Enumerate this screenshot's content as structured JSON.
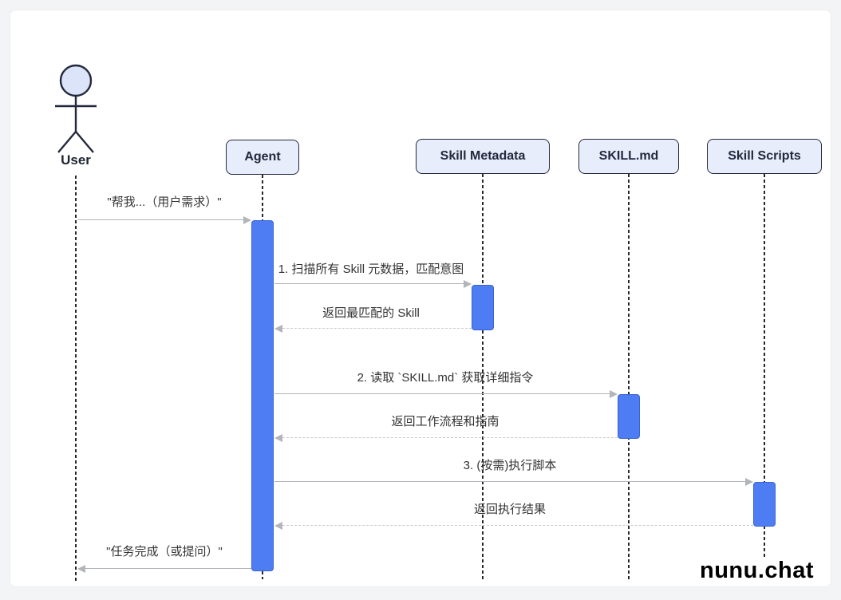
{
  "diagram": {
    "type": "sequence-diagram",
    "participants": [
      {
        "id": "user",
        "label": "User",
        "kind": "actor"
      },
      {
        "id": "agent",
        "label": "Agent",
        "kind": "participant"
      },
      {
        "id": "skill-metadata",
        "label": "Skill Metadata",
        "kind": "participant"
      },
      {
        "id": "skill-md",
        "label": "SKILL.md",
        "kind": "participant"
      },
      {
        "id": "skill-scripts",
        "label": "Skill Scripts",
        "kind": "participant"
      }
    ],
    "messages": [
      {
        "from": "User",
        "to": "Agent",
        "text": "\"帮我...（用户需求）\"",
        "line": "solid"
      },
      {
        "from": "Agent",
        "to": "Skill Metadata",
        "text": "1. 扫描所有 Skill 元数据，匹配意图",
        "line": "solid"
      },
      {
        "from": "Skill Metadata",
        "to": "Agent",
        "text": "返回最匹配的 Skill",
        "line": "dashed"
      },
      {
        "from": "Agent",
        "to": "SKILL.md",
        "text": "2. 读取 `SKILL.md` 获取详细指令",
        "line": "solid"
      },
      {
        "from": "SKILL.md",
        "to": "Agent",
        "text": "返回工作流程和指南",
        "line": "dashed"
      },
      {
        "from": "Agent",
        "to": "Skill Scripts",
        "text": "3. (按需)执行脚本",
        "line": "solid"
      },
      {
        "from": "Skill Scripts",
        "to": "Agent",
        "text": "返回执行结果",
        "line": "dashed"
      },
      {
        "from": "Agent",
        "to": "User",
        "text": "\"任务完成（或提问）\"",
        "line": "solid"
      }
    ]
  },
  "watermark": "nunu.chat",
  "colors": {
    "page_background": "#f3f4f6",
    "canvas": "#ffffff",
    "participant_fill": "#e8edfb",
    "participant_border": "#23283d",
    "activation_fill": "#4d7cf3",
    "lifeline": "#26272b",
    "message_line_solid": "#b2b5ba",
    "message_line_dashed": "#c7cacf",
    "message_text": "#333333",
    "watermark_text": "#000000"
  }
}
